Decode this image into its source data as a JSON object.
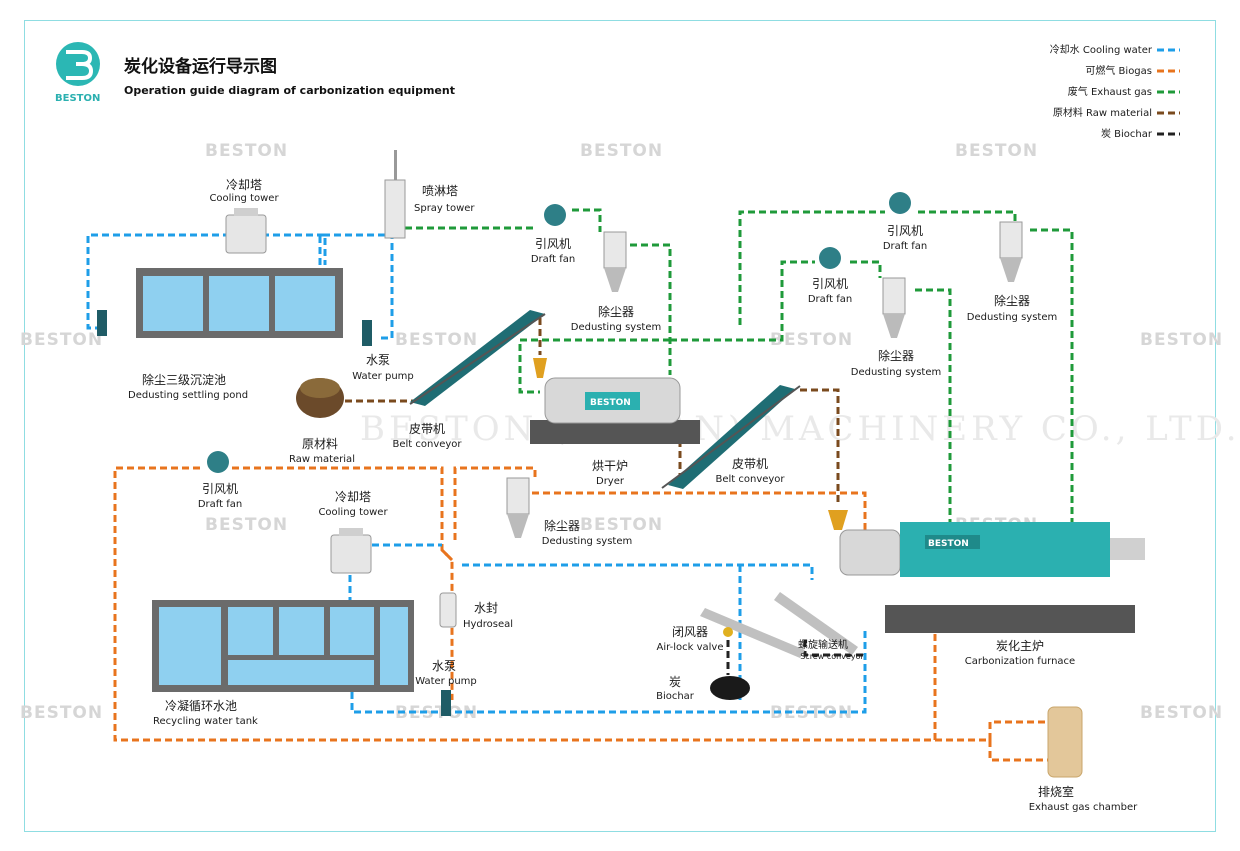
{
  "header": {
    "logo_text": "BESTON",
    "title_cn": "炭化设备运行导示图",
    "title_en": "Operation guide diagram of carbonization equipment"
  },
  "legend": [
    {
      "label": "冷却水 Cooling water",
      "color": "#1e9ee8"
    },
    {
      "label": "可燃气 Biogas",
      "color": "#e8741e"
    },
    {
      "label": "废气 Exhaust gas",
      "color": "#1f9a3a"
    },
    {
      "label": "原材料 Raw material",
      "color": "#7a4a1e"
    },
    {
      "label": "炭 Biochar",
      "color": "#222222"
    }
  ],
  "watermark": {
    "brand": "BESTON",
    "company_text": "BESTON (HENAN) MACHINERY CO., LTD."
  },
  "labels": {
    "cooling_tower_1": {
      "cn": "冷却塔",
      "en": "Cooling tower"
    },
    "spray_tower": {
      "cn": "喷淋塔",
      "en": "Spray tower"
    },
    "draft_fan_1": {
      "cn": "引风机",
      "en": "Draft fan"
    },
    "dedusting_1": {
      "cn": "除尘器",
      "en": "Dedusting system"
    },
    "draft_fan_2": {
      "cn": "引风机",
      "en": "Draft fan"
    },
    "draft_fan_3": {
      "cn": "引风机",
      "en": "Draft fan"
    },
    "dedusting_2": {
      "cn": "除尘器",
      "en": "Dedusting system"
    },
    "dedusting_3": {
      "cn": "除尘器",
      "en": "Dedusting system"
    },
    "settling_pond": {
      "cn": "除尘三级沉淀池",
      "en": "Dedusting settling pond"
    },
    "water_pump_1": {
      "cn": "水泵",
      "en": "Water pump"
    },
    "raw_material": {
      "cn": "原材料",
      "en": "Raw material"
    },
    "belt_conveyor_1": {
      "cn": "皮带机",
      "en": "Belt conveyor"
    },
    "dryer": {
      "cn": "烘干炉",
      "en": "Dryer"
    },
    "belt_conveyor_2": {
      "cn": "皮带机",
      "en": "Belt conveyor"
    },
    "draft_fan_4": {
      "cn": "引风机",
      "en": "Draft fan"
    },
    "cooling_tower_2": {
      "cn": "冷却塔",
      "en": "Cooling tower"
    },
    "dedusting_4": {
      "cn": "除尘器",
      "en": "Dedusting system"
    },
    "hydroseal": {
      "cn": "水封",
      "en": "Hydroseal"
    },
    "water_pump_2": {
      "cn": "水泵",
      "en": "Water pump"
    },
    "recycling_tank": {
      "cn": "冷凝循环水池",
      "en": "Recycling water tank"
    },
    "airlock_valve": {
      "cn": "闭风器",
      "en": "Air-lock valve"
    },
    "biochar": {
      "cn": "炭",
      "en": "Biochar"
    },
    "screw_conveyor": {
      "cn": "螺旋输送机",
      "en": "Screw conveyor"
    },
    "carbonization_furnace": {
      "cn": "炭化主炉",
      "en": "Carbonization furnace"
    },
    "exhaust_chamber": {
      "cn": "排烧室",
      "en": "Exhaust gas chamber"
    }
  }
}
